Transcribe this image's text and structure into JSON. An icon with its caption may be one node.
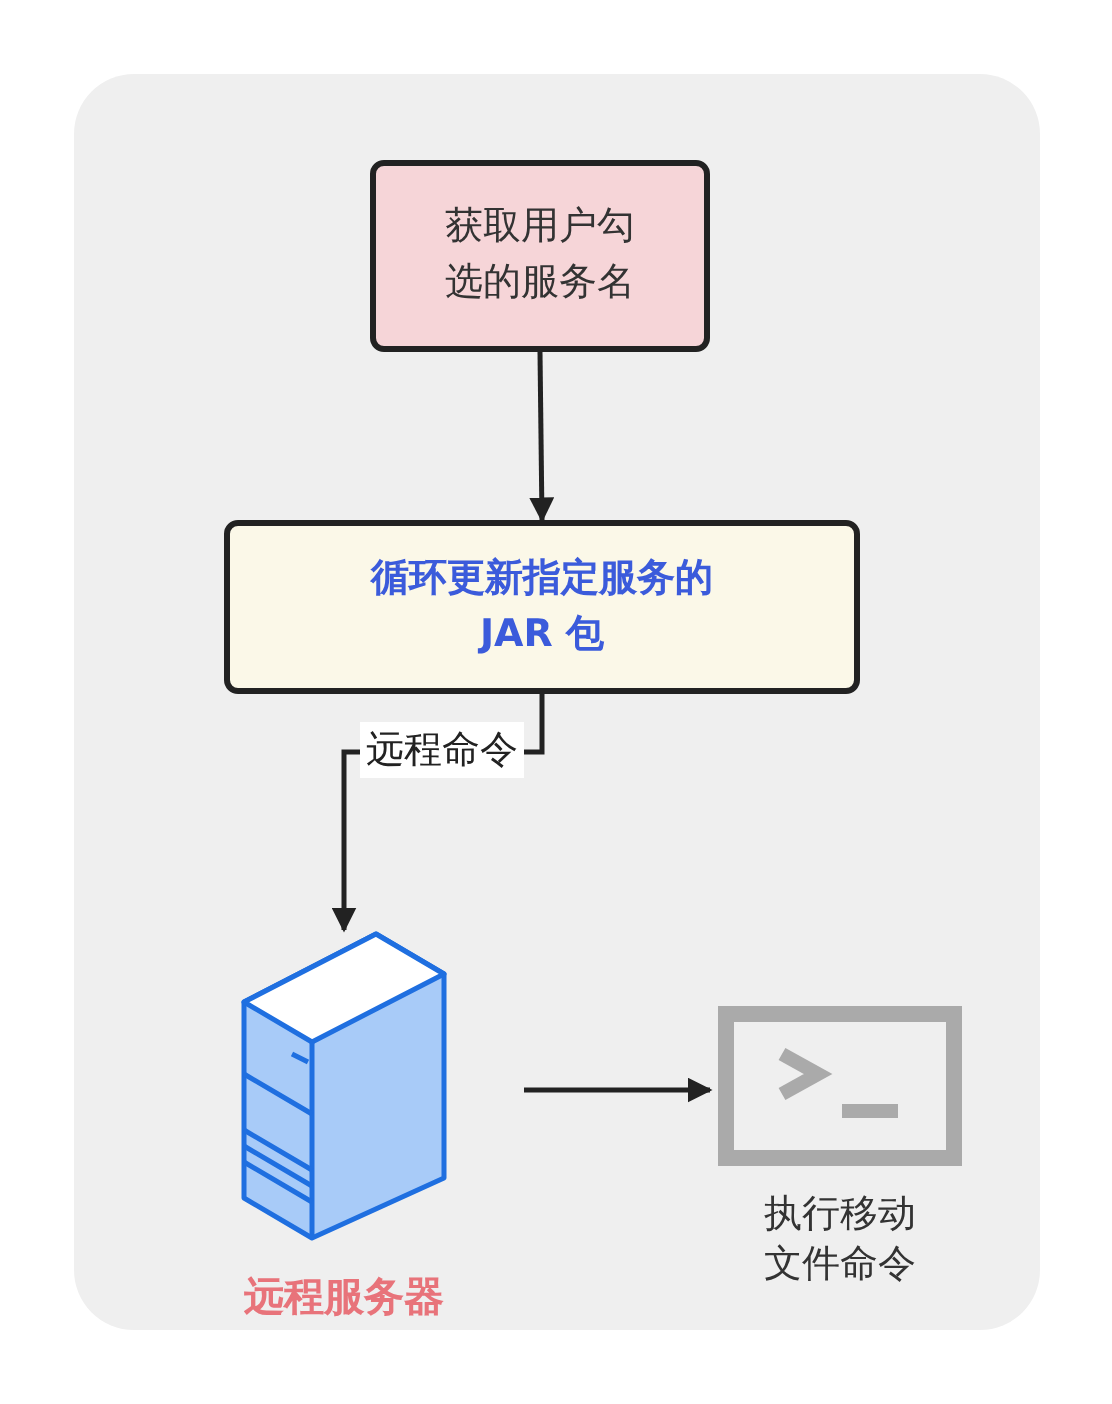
{
  "diagram": {
    "nodes": [
      {
        "text": [
          "获取用户勾选的服务名"
        ]
      },
      {
        "text": [
          "循环更新指定服务的 JAR 包"
        ]
      },
      {
        "text": [
          "远程服务器"
        ]
      },
      {
        "text": [
          "执行移动文件命令"
        ]
      }
    ],
    "edges": [
      {
        "from": 0,
        "to": 1,
        "arrow": "to"
      },
      {
        "from": 1,
        "to": 2,
        "arrow": "to",
        "label": "远程命令"
      },
      {
        "from": 2,
        "to": 3,
        "arrow": "to"
      }
    ]
  }
}
